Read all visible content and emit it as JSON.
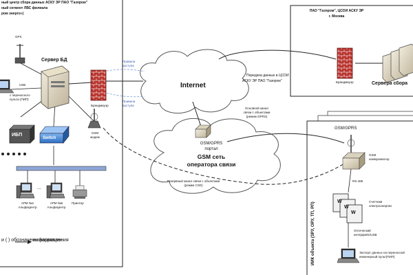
{
  "left_panel": {
    "title_lines": [
      "ный центр сбора данных АСКУ ЭР ПАО \"Газпром\"",
      "ный сегмент ЛВС филиала",
      "ром энерго»)"
    ],
    "gps_label": "GPS",
    "server_label": "Сервер БД",
    "usb_label": "USB",
    "port_note": [
      "с переносного",
      "пульта (ПИП)"
    ],
    "firewall_label": "Брандмауэр",
    "gsm_modem_label": [
      "GSM",
      "модем"
    ],
    "ups_label": "ИБП",
    "switch_label": "Switch",
    "arm1_label": [
      "АРМ №1",
      "АльфаЦентр"
    ],
    "armN_label": [
      "АРМ №6",
      "АльфаЦентр"
    ],
    "printer_label": "Принтер",
    "ellipsis": "...",
    "legend_text": [
      "и (",
      ") обозначены направления",
      "информации"
    ]
  },
  "moscow_panel": {
    "title": [
      "ПАО \"Газпром\", ЦСОИ АСКУ ЭР",
      "г. Москва"
    ],
    "firewall_label": "Брандмауэр",
    "servers_label": "Сервера сбора"
  },
  "middle": {
    "internet_label": "Internet",
    "access_rules_1": [
      "Правила",
      "доступа"
    ],
    "access_rules_2": [
      "Правила",
      "доступа"
    ],
    "transfer_note": [
      "Передача данных в ЦСОИ",
      "АСКУ ЭР ПАО \"Газпром\""
    ],
    "main_channel_note": [
      "Основной канал",
      "связи с объектами",
      "(режим GPRS)"
    ],
    "portal_label": [
      "GSM/GPRS",
      "портал"
    ],
    "gsm_net_label": [
      "GSM сеть",
      "оператора связи"
    ],
    "reserve_note": [
      "Резервный канал связи с объектами",
      "(режим CSD)"
    ]
  },
  "object_panel": {
    "vertical_title": "ИИК объекта (ЗРУ, ОРУ, ТП, РП)",
    "gsm_gprs_label": "GSM/GPRS",
    "communicator_label": [
      "GSM",
      "коммуникатор"
    ],
    "rs485_label": "RS-485",
    "meters_label": [
      "Счетчики",
      "электроэнергии"
    ],
    "meter_letter": "W",
    "interface_label": [
      "Оптический",
      "интерфейс/USB"
    ],
    "export_note": [
      "Экспорт данных на переносной",
      "инженерный пульт(ПИП)"
    ]
  }
}
